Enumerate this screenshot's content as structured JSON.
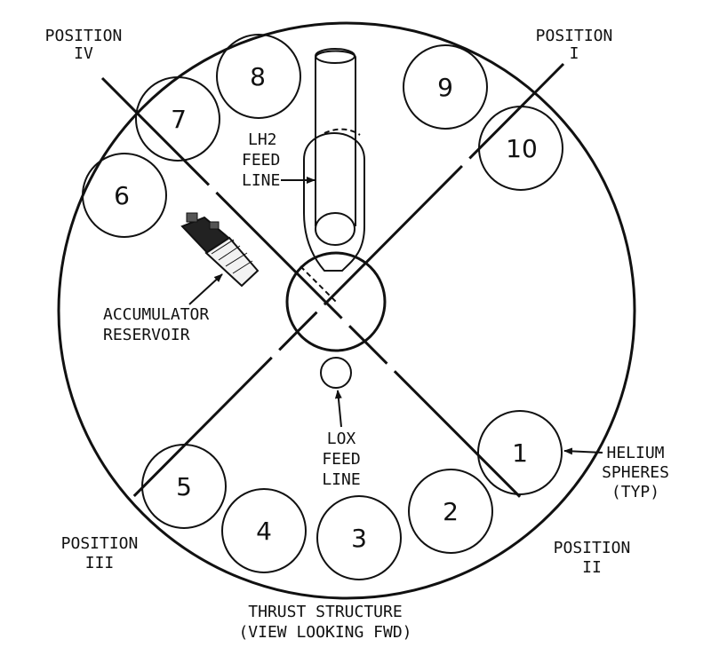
{
  "positions": {
    "i": {
      "line1": "POSITION",
      "line2": "I"
    },
    "ii": {
      "line1": "POSITION",
      "line2": "II"
    },
    "iii": {
      "line1": "POSITION",
      "line2": "III"
    },
    "iv": {
      "line1": "POSITION",
      "line2": "IV"
    }
  },
  "spheres": [
    "1",
    "2",
    "3",
    "4",
    "5",
    "6",
    "7",
    "8",
    "9",
    "10"
  ],
  "labels": {
    "lh2": [
      "LH2",
      "FEED",
      "LINE"
    ],
    "lox": [
      "LOX",
      "FEED",
      "LINE"
    ],
    "accumulator": [
      "ACCUMULATOR",
      "RESERVOIR"
    ],
    "helium": [
      "HELIUM",
      "SPHERES",
      "(TYP)"
    ]
  },
  "caption": [
    "THRUST STRUCTURE",
    "(VIEW LOOKING FWD)"
  ]
}
